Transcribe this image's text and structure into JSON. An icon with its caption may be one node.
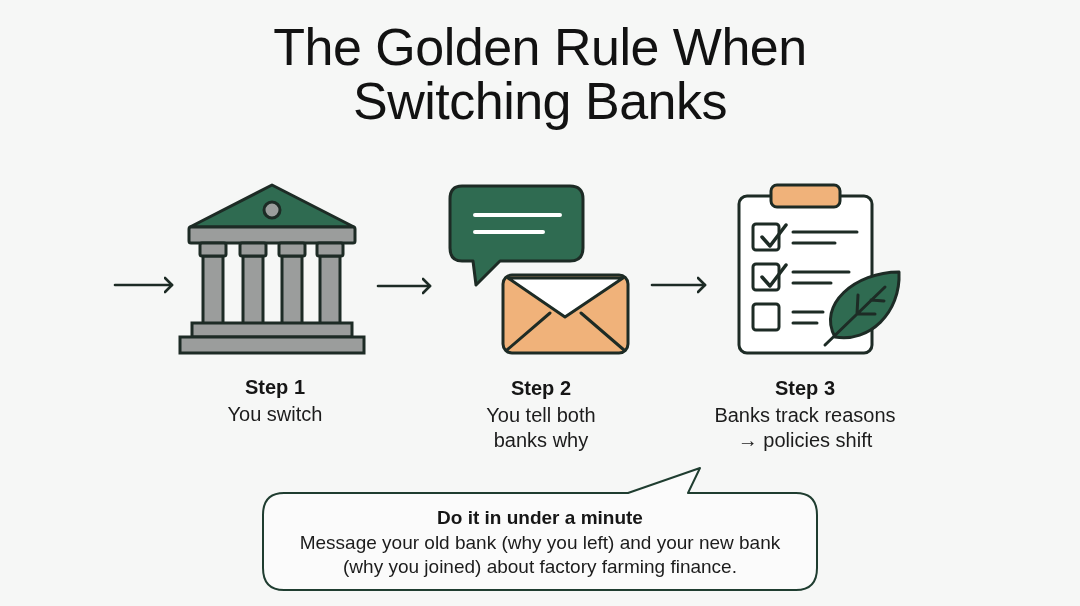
{
  "diagram": {
    "title": "The Golden Rule When Switching Banks",
    "nodes": [
      {
        "text": [
          "Step 1",
          "You switch"
        ]
      },
      {
        "text": [
          "Step 2",
          "You tell both banks why"
        ]
      },
      {
        "text": [
          "Step 3",
          "Banks track reasons → policies shift"
        ]
      },
      {
        "text": [
          "Do it in under a minute",
          "Message your old bank (why you left) and your new bank (why you joined) about factory farming finance."
        ]
      }
    ],
    "edges": [
      {
        "from": null,
        "to": 0,
        "arrow": "to"
      },
      {
        "from": 0,
        "to": 1,
        "arrow": "to"
      },
      {
        "from": 1,
        "to": 2,
        "arrow": "to"
      }
    ]
  }
}
